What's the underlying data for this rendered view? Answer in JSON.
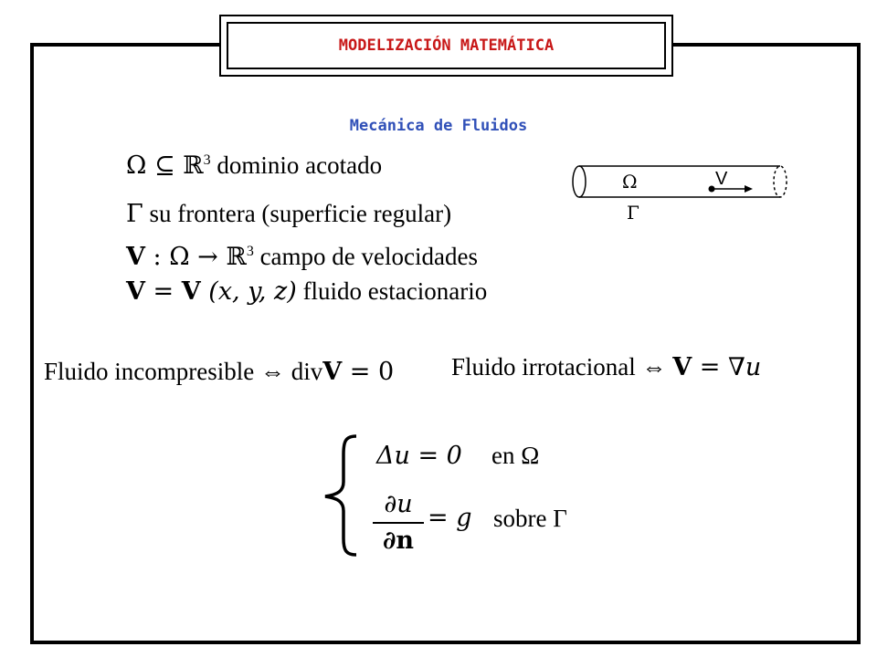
{
  "header": {
    "title": "MODELIZACIÓN MATEMÁTICA"
  },
  "subtitle": "Mecánica de Fluidos",
  "definitions": {
    "omega": {
      "math": "Ω ⊆ ℝ",
      "sup": "3",
      "text": " dominio acotado"
    },
    "gamma": {
      "math": "Γ",
      "text": " su frontera (superficie regular)"
    },
    "velocity_field": {
      "bold": "V",
      "math": " : Ω → ℝ",
      "sup": "3",
      "text": " campo de velocidades"
    },
    "stationary": {
      "bold_a": "V",
      "math_a": " = ",
      "bold_b": "V",
      "math_b": " (x, y, z)",
      "text": " fluido estacionario"
    }
  },
  "conditions": {
    "incompressible": {
      "text": "Fluido incompresible ⇔ div",
      "bold": "V",
      "math": " = 0"
    },
    "irrotational": {
      "text": "Fluido irrotacional ⇔ ",
      "bold": "V",
      "math": " = ∇u"
    }
  },
  "diagram": {
    "omega_label": "Ω",
    "v_label": "V",
    "gamma_label": "Γ"
  },
  "system": {
    "eq1_math": "Δu = 0",
    "eq1_text": "en Ω",
    "eq2_num": "∂u",
    "eq2_den": "∂n",
    "eq2_math": "= g",
    "eq2_text": "sobre Γ"
  }
}
